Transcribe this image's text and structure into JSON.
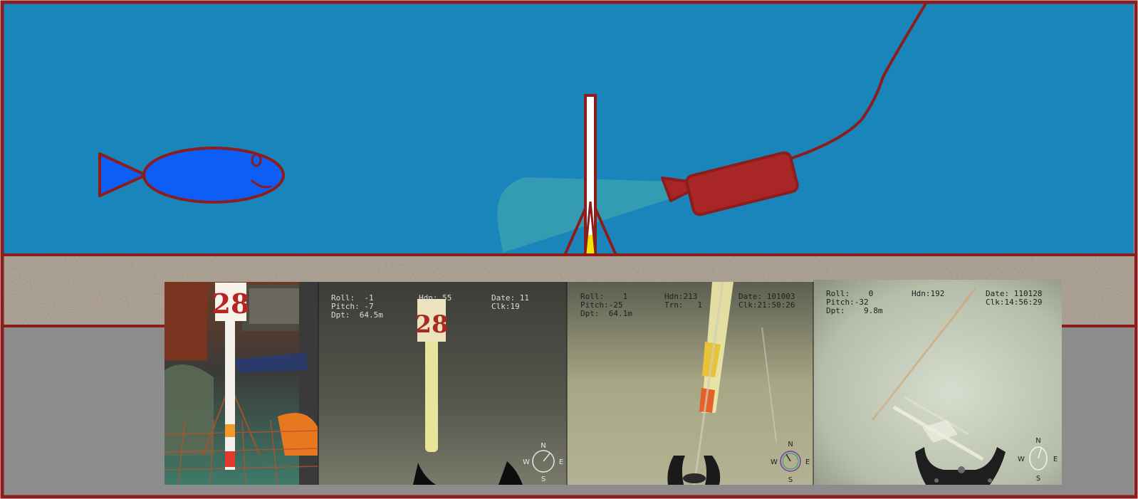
{
  "colors": {
    "water": "#1a85bb",
    "frame": "#8c1d1d",
    "seabed": "#a69888",
    "sediment": "#8c8c8c",
    "fish": "#0d5ef5",
    "rov_body": "#a82626",
    "pole_tip": "#f5e600",
    "osd_text": "#1a1a1a"
  },
  "photos": {
    "deck": {
      "sign_number": "28"
    },
    "cam1": {
      "sign_number": "28",
      "osd": {
        "line1": "Roll:  -1",
        "line2": "Pitch: -7",
        "line3": "Dpt:  64.5m",
        "hdn": "Hdn: 55",
        "date": "Date: 11",
        "clk": "Clk:19"
      },
      "compass": {
        "n": "N",
        "s": "S",
        "e": "E",
        "w": "W"
      }
    },
    "cam2": {
      "osd": {
        "line1": "Roll:    1",
        "line2": "Pitch:-25",
        "line3": "Dpt:  64.1m",
        "hdn": "Hdn:213",
        "trn": "Trn:   1",
        "date": "Date: 101003",
        "clk": "Clk:21:50:26"
      },
      "compass": {
        "n": "N",
        "s": "S",
        "e": "E",
        "w": "W"
      }
    },
    "cam3": {
      "osd": {
        "line1": "Roll:    0",
        "line2": "Pitch:-32",
        "line3": "Dpt:    9.8m",
        "hdn": "Hdn:192",
        "date": "Date: 110128",
        "clk": "Clk:14:56:29"
      },
      "compass": {
        "n": "N",
        "s": "S",
        "e": "E",
        "w": "W"
      }
    }
  }
}
